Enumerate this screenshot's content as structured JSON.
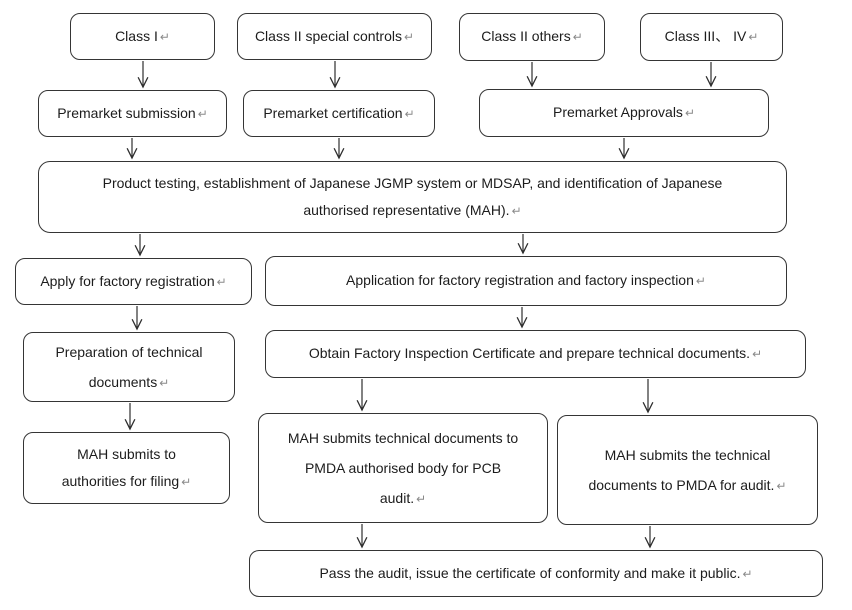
{
  "diagram": {
    "type": "flowchart",
    "return_mark": "↵",
    "colors": {
      "background": "#ffffff",
      "box_border": "#353535",
      "text": "#1c1c1c",
      "return_mark": "#8a8a8a",
      "arrow": "#2e2e2e"
    },
    "nodes": {
      "class_i": {
        "label": "Class I"
      },
      "class_ii_special_controls": {
        "label": "Class II special controls"
      },
      "class_ii_others": {
        "label": "Class II others"
      },
      "class_iii_iv": {
        "label": "Class III、 IV"
      },
      "premarket_submission": {
        "label": "Premarket submission"
      },
      "premarket_certification": {
        "label": "Premarket certification"
      },
      "premarket_approvals": {
        "label": "Premarket Approvals"
      },
      "product_testing": {
        "label": "Product testing, establishment of Japanese JGMP system or MDSAP, and identification of Japanese authorised representative (MAH)."
      },
      "apply_factory_registration": {
        "label": "Apply for factory registration"
      },
      "application_factory_registration_inspection": {
        "label": "Application for factory registration and factory inspection"
      },
      "preparation_technical_documents": {
        "label": "Preparation of technical documents"
      },
      "obtain_factory_inspection_certificate": {
        "label": "Obtain Factory Inspection Certificate and prepare technical documents."
      },
      "mah_submits_authorities_filing": {
        "label": "MAH submits to authorities for filing"
      },
      "mah_submits_pcb_audit": {
        "label": "MAH submits technical documents to PMDA authorised body for PCB audit."
      },
      "mah_submits_pmda_audit": {
        "label": "MAH submits the technical documents to PMDA for audit."
      },
      "pass_audit": {
        "label": "Pass the audit, issue the certificate of conformity and make it public."
      }
    },
    "edges": [
      [
        "class_i",
        "premarket_submission"
      ],
      [
        "class_ii_special_controls",
        "premarket_certification"
      ],
      [
        "class_ii_others",
        "premarket_approvals"
      ],
      [
        "class_iii_iv",
        "premarket_approvals"
      ],
      [
        "premarket_submission",
        "product_testing"
      ],
      [
        "premarket_certification",
        "product_testing"
      ],
      [
        "premarket_approvals",
        "product_testing"
      ],
      [
        "product_testing",
        "apply_factory_registration"
      ],
      [
        "product_testing",
        "application_factory_registration_inspection"
      ],
      [
        "apply_factory_registration",
        "preparation_technical_documents"
      ],
      [
        "application_factory_registration_inspection",
        "obtain_factory_inspection_certificate"
      ],
      [
        "preparation_technical_documents",
        "mah_submits_authorities_filing"
      ],
      [
        "obtain_factory_inspection_certificate",
        "mah_submits_pcb_audit"
      ],
      [
        "obtain_factory_inspection_certificate",
        "mah_submits_pmda_audit"
      ],
      [
        "mah_submits_pcb_audit",
        "pass_audit"
      ],
      [
        "mah_submits_pmda_audit",
        "pass_audit"
      ]
    ]
  }
}
